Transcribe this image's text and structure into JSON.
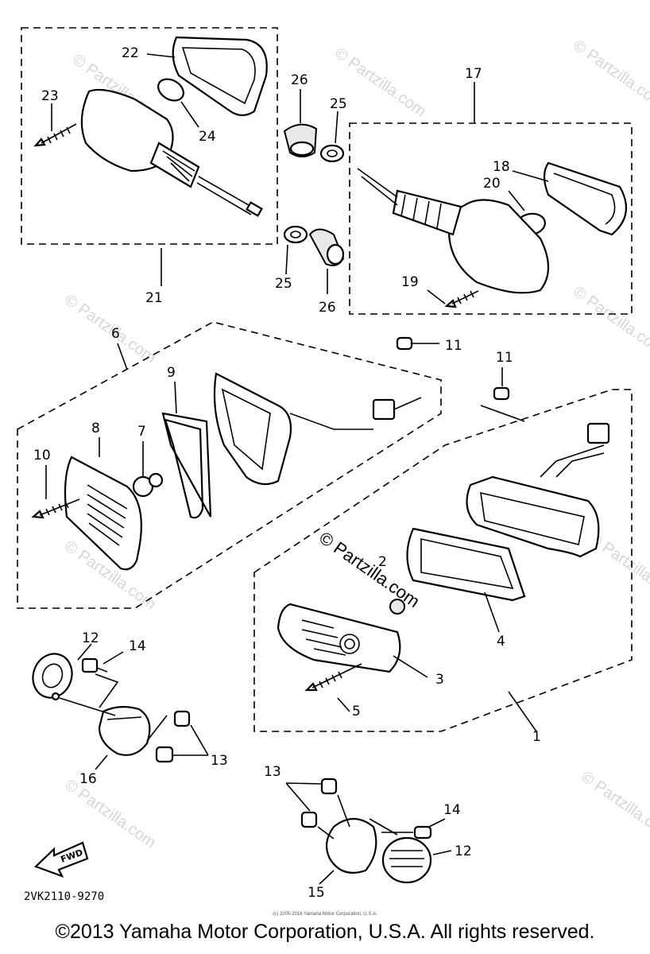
{
  "watermark_text": "© Partzilla.com",
  "center_watermark": "© Partzilla.com",
  "callouts": {
    "c1": "1",
    "c2": "2",
    "c3": "3",
    "c4": "4",
    "c5": "5",
    "c6": "6",
    "c7": "7",
    "c8": "8",
    "c9": "9",
    "c10": "10",
    "c11a": "11",
    "c11b": "11",
    "c12a": "12",
    "c12b": "12",
    "c13a": "13",
    "c13b": "13",
    "c14a": "14",
    "c14b": "14",
    "c15": "15",
    "c16": "16",
    "c17": "17",
    "c18": "18",
    "c19": "19",
    "c20": "20",
    "c21": "21",
    "c22": "22",
    "c23": "23",
    "c24": "24",
    "c25a": "25",
    "c25b": "25",
    "c26a": "26",
    "c26b": "26"
  },
  "fwd_label": "FWD",
  "diagram_code": "2VK2110-9270",
  "small_credit": "(c) 2005-2016 Yamaha Motor Corporation, U.S.A.",
  "copyright": "©2013 Yamaha Motor Corporation, U.S.A. All rights reserved."
}
